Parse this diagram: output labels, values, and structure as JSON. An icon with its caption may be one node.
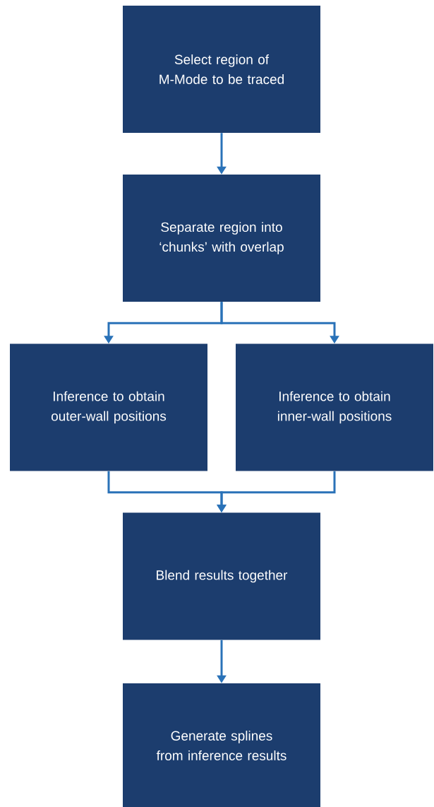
{
  "diagram": {
    "nodes": [
      {
        "text": [
          "Select region of M-Mode to be traced"
        ]
      },
      {
        "text": [
          "Separate region into ‘chunks’ with overlap"
        ]
      },
      {
        "text": [
          "Inference to obtain outer-wall positions"
        ]
      },
      {
        "text": [
          "Inference to obtain inner-wall positions"
        ]
      },
      {
        "text": [
          "Blend results together"
        ]
      },
      {
        "text": [
          "Generate splines from inference results"
        ]
      }
    ],
    "edges": [
      {
        "from": 0,
        "to": 1,
        "arrow": "to"
      },
      {
        "from": 1,
        "to": 2,
        "arrow": "to"
      },
      {
        "from": 1,
        "to": 3,
        "arrow": "to"
      },
      {
        "from": 2,
        "to": 4,
        "arrow": "to"
      },
      {
        "from": 3,
        "to": 4,
        "arrow": "to"
      },
      {
        "from": 4,
        "to": 5,
        "arrow": "to"
      }
    ]
  }
}
